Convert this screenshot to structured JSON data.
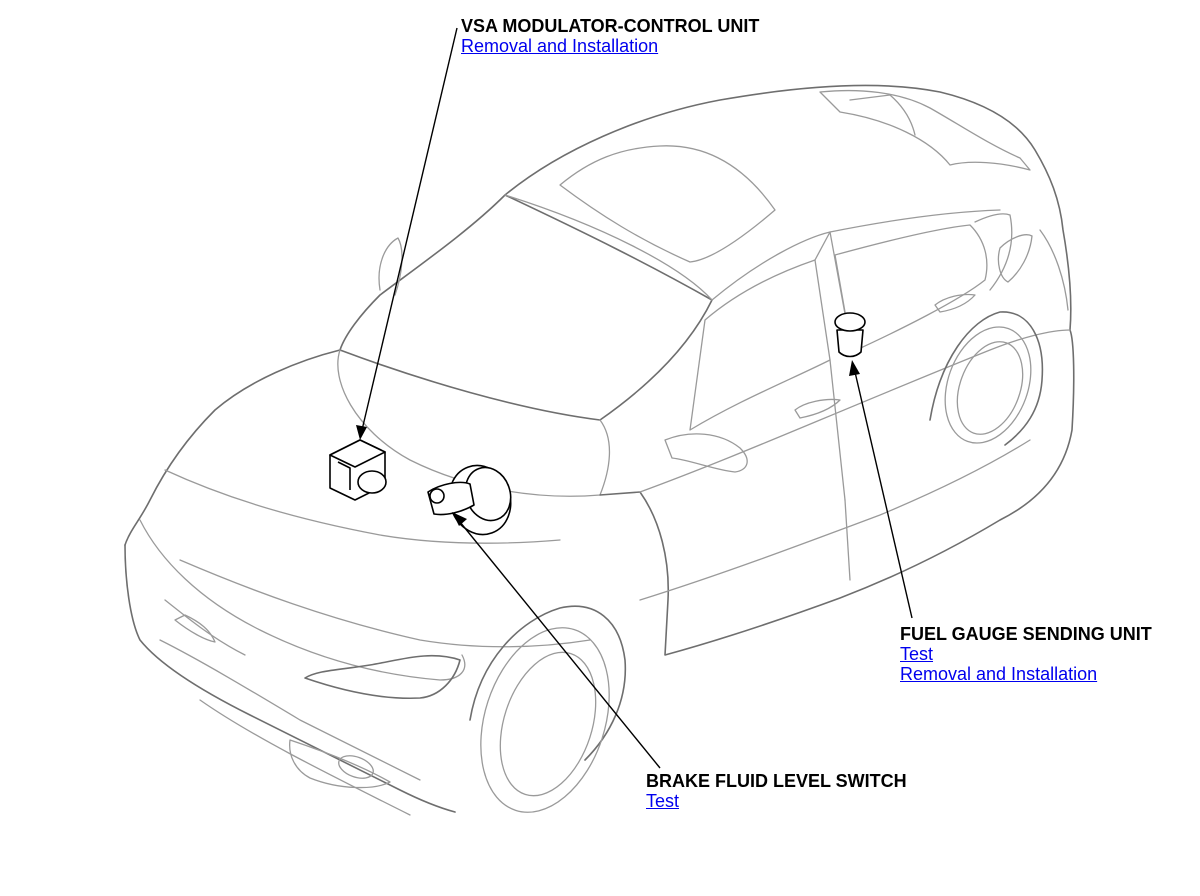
{
  "callouts": {
    "vsa": {
      "title": "VSA MODULATOR-CONTROL UNIT",
      "links": [
        "Removal and Installation"
      ]
    },
    "fuel": {
      "title": "FUEL GAUGE SENDING UNIT",
      "links": [
        "Test",
        "Removal and Installation"
      ]
    },
    "brake": {
      "title": "BRAKE FLUID LEVEL SWITCH",
      "links": [
        "Test"
      ]
    }
  },
  "colors": {
    "link": "#0000ee",
    "car_outline": "#9a9a9a",
    "component_outline": "#000000"
  }
}
